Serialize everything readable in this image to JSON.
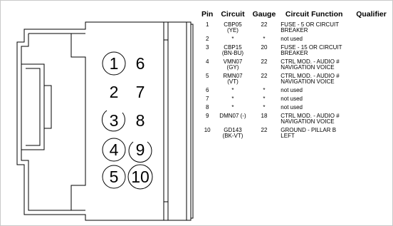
{
  "table": {
    "headers": [
      "Pin",
      "Circuit",
      "Gauge",
      "Circuit Function",
      "Qualifier"
    ],
    "rows": [
      {
        "pin": "1",
        "circuit": "CBP05 (YE)",
        "gauge": "22",
        "function": "FUSE - 5 OR CIRCUIT BREAKER",
        "qualifier": ""
      },
      {
        "pin": "2",
        "circuit": "*",
        "gauge": "*",
        "function": "not used",
        "qualifier": ""
      },
      {
        "pin": "3",
        "circuit": "CBP15 (BN-BU)",
        "gauge": "20",
        "function": "FUSE - 15 OR CIRCUIT BREAKER",
        "qualifier": ""
      },
      {
        "pin": "4",
        "circuit": "VMN07 (GY)",
        "gauge": "22",
        "function": "CTRL MOD. - AUDIO # NAVIGATION VOICE",
        "qualifier": ""
      },
      {
        "pin": "5",
        "circuit": "RMN07 (VT)",
        "gauge": "22",
        "function": "CTRL MOD. - AUDIO # NAVIGATION VOICE",
        "qualifier": ""
      },
      {
        "pin": "6",
        "circuit": "*",
        "gauge": "*",
        "function": "not used",
        "qualifier": ""
      },
      {
        "pin": "7",
        "circuit": "*",
        "gauge": "*",
        "function": "not used",
        "qualifier": ""
      },
      {
        "pin": "8",
        "circuit": "*",
        "gauge": "*",
        "function": "not used",
        "qualifier": ""
      },
      {
        "pin": "9",
        "circuit": "DMN07 (-)",
        "gauge": "18",
        "function": "CTRL MOD. - AUDIO # NAVIGATION VOICE",
        "qualifier": ""
      },
      {
        "pin": "10",
        "circuit": "GD143 (BK-VT)",
        "gauge": "22",
        "function": "GROUND - PILLAR B LEFT",
        "qualifier": ""
      }
    ]
  },
  "connector": {
    "pins": [
      {
        "number": "1",
        "circled": true
      },
      {
        "number": "6",
        "circled": false
      },
      {
        "number": "2",
        "circled": false
      },
      {
        "number": "7",
        "circled": false
      },
      {
        "number": "3",
        "circled": true
      },
      {
        "number": "8",
        "circled": false
      },
      {
        "number": "4",
        "circled": true
      },
      {
        "number": "9",
        "circled": true
      },
      {
        "number": "5",
        "circled": true
      },
      {
        "number": "10",
        "circled": true
      }
    ]
  }
}
